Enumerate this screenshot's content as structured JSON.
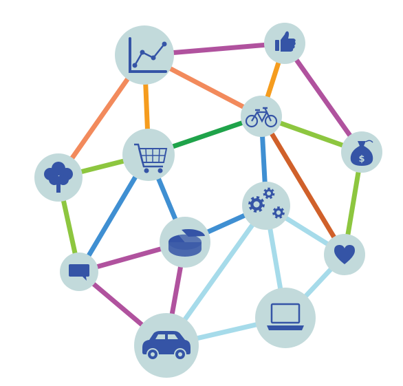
{
  "palette": {
    "node_fill": "#c2dadb",
    "icon_color": "#3554a6",
    "background": "#ffffff"
  },
  "nodes": [
    {
      "id": "chart",
      "icon": "line-chart-icon"
    },
    {
      "id": "thumb",
      "icon": "thumbs-up-icon"
    },
    {
      "id": "bike",
      "icon": "bicycle-icon"
    },
    {
      "id": "cart",
      "icon": "shopping-cart-icon"
    },
    {
      "id": "money",
      "icon": "money-bag-icon"
    },
    {
      "id": "tree",
      "icon": "tree-icon"
    },
    {
      "id": "gears",
      "icon": "gears-icon"
    },
    {
      "id": "pie",
      "icon": "pie-chart-icon"
    },
    {
      "id": "heart",
      "icon": "heart-icon"
    },
    {
      "id": "chat",
      "icon": "chat-bubble-icon"
    },
    {
      "id": "laptop",
      "icon": "laptop-icon"
    },
    {
      "id": "car",
      "icon": "car-icon"
    }
  ],
  "edges": [
    {
      "from": "chart",
      "to": "thumb",
      "color": "#b0529e"
    },
    {
      "from": "chart",
      "to": "bike",
      "color": "#f28a5c"
    },
    {
      "from": "chart",
      "to": "cart",
      "color": "#f59c1e"
    },
    {
      "from": "chart",
      "to": "tree",
      "color": "#f28a5c"
    },
    {
      "from": "thumb",
      "to": "bike",
      "color": "#f59c1e"
    },
    {
      "from": "thumb",
      "to": "money",
      "color": "#b0529e"
    },
    {
      "from": "bike",
      "to": "cart",
      "color": "#1fa34a"
    },
    {
      "from": "bike",
      "to": "money",
      "color": "#8dc63f"
    },
    {
      "from": "bike",
      "to": "gears",
      "color": "#3f8fd2"
    },
    {
      "from": "bike",
      "to": "heart",
      "color": "#d0602a"
    },
    {
      "from": "cart",
      "to": "tree",
      "color": "#8dc63f"
    },
    {
      "from": "cart",
      "to": "chat",
      "color": "#3f8fd2"
    },
    {
      "from": "cart",
      "to": "pie",
      "color": "#3f8fd2"
    },
    {
      "from": "money",
      "to": "heart",
      "color": "#8dc63f"
    },
    {
      "from": "tree",
      "to": "chat",
      "color": "#8dc63f"
    },
    {
      "from": "gears",
      "to": "pie",
      "color": "#3f8fd2"
    },
    {
      "from": "gears",
      "to": "heart",
      "color": "#a6dbea"
    },
    {
      "from": "gears",
      "to": "laptop",
      "color": "#a6dbea"
    },
    {
      "from": "gears",
      "to": "car",
      "color": "#a6dbea"
    },
    {
      "from": "pie",
      "to": "chat",
      "color": "#b0529e"
    },
    {
      "from": "pie",
      "to": "car",
      "color": "#b0529e"
    },
    {
      "from": "chat",
      "to": "car",
      "color": "#b0529e"
    },
    {
      "from": "heart",
      "to": "laptop",
      "color": "#a6dbea"
    },
    {
      "from": "laptop",
      "to": "car",
      "color": "#a6dbea"
    }
  ]
}
